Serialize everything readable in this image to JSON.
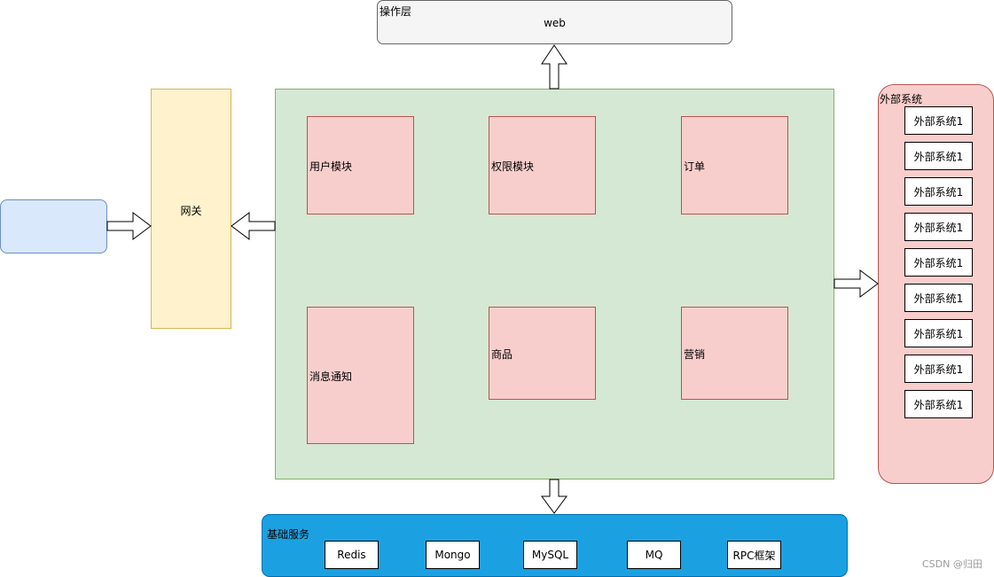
{
  "operation_layer": {
    "title": "操作层",
    "web_label": "web"
  },
  "client": {
    "label": ""
  },
  "gateway": {
    "label": "网关"
  },
  "modules": [
    {
      "label": "用户模块"
    },
    {
      "label": "权限模块"
    },
    {
      "label": "订单"
    },
    {
      "label": "消息通知"
    },
    {
      "label": "商品"
    },
    {
      "label": "营销"
    }
  ],
  "external": {
    "title": "外部系统",
    "items": [
      "外部系统1",
      "外部系统1",
      "外部系统1",
      "外部系统1",
      "外部系统1",
      "外部系统1",
      "外部系统1",
      "外部系统1",
      "外部系统1"
    ]
  },
  "base_services": {
    "title": "基础服务",
    "items": [
      "Redis",
      "Mongo",
      "MySQL",
      "MQ",
      "RPC框架"
    ]
  },
  "watermark": "CSDN @归田",
  "colors": {
    "container_green": "#d5e8d4",
    "module_red": "#f8cecc",
    "gateway_yellow": "#fff2cc",
    "client_blue": "#dae8fc",
    "base_blue": "#1ba1e2"
  }
}
